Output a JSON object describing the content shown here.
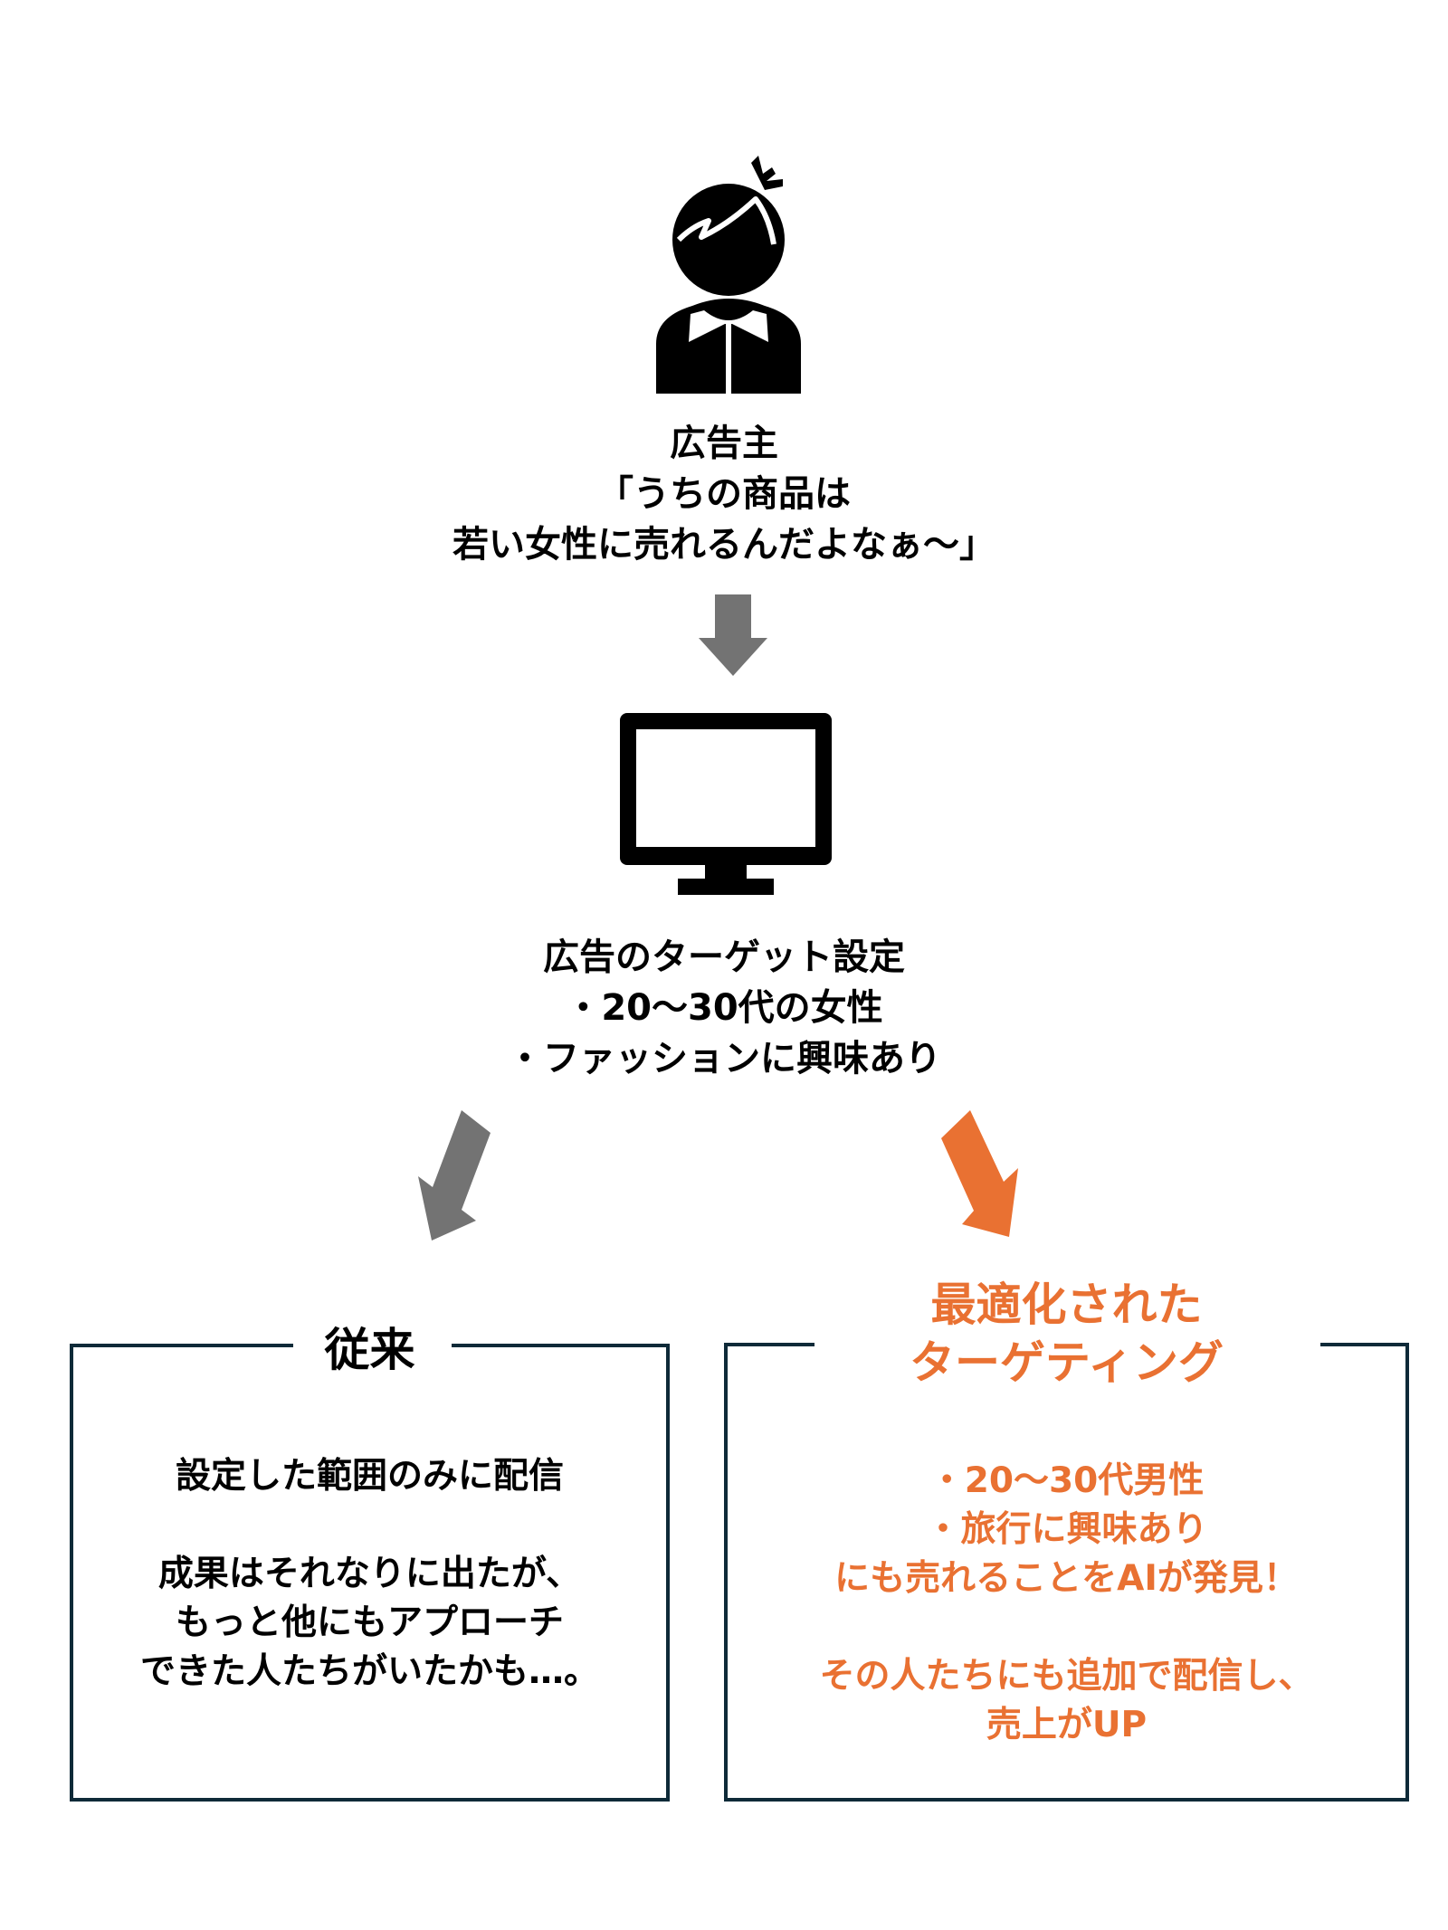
{
  "colors": {
    "accent": "#E97132",
    "arrow_gray": "#737373",
    "border": "#0E2A38",
    "text": "#000000"
  },
  "icons": {
    "person": "person-icon",
    "monitor": "monitor-icon",
    "arrow_down": "arrow-down-icon",
    "arrow_down_left": "arrow-down-left-icon",
    "arrow_down_right": "arrow-down-right-icon"
  },
  "advertiser": {
    "title": "広告主",
    "quote_line1": "「うちの商品は",
    "quote_line2": "若い女性に売れるんだよなぁ～」"
  },
  "targeting": {
    "title": "広告のターゲット設定",
    "items": [
      "・20～30代の女性",
      "・ファッションに興味あり"
    ]
  },
  "conventional": {
    "heading": "従来",
    "line1": "設定した範囲のみに配信",
    "body": [
      "成果はそれなりに出たが、",
      "もっと他にもアプローチ",
      "できた人たちがいたかも…。"
    ]
  },
  "optimized": {
    "heading": [
      "最適化された",
      "ターゲティング"
    ],
    "items": [
      "・20～30代男性",
      "・旅行に興味あり",
      "にも売れることをAIが発見！"
    ],
    "result": [
      "その人たちにも追加で配信し、",
      "売上がUP"
    ]
  }
}
